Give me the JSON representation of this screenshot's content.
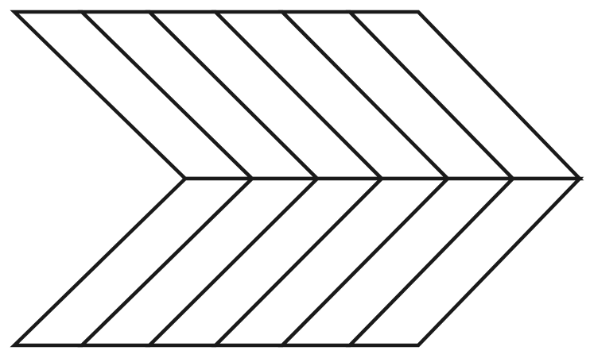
{
  "figure": {
    "shape": "chevron-arrow",
    "direction": "right",
    "segment_count": 6,
    "stroke_color": "#1a1a1a",
    "fill_color": "#ffffff",
    "background_color": "#ffffff"
  }
}
